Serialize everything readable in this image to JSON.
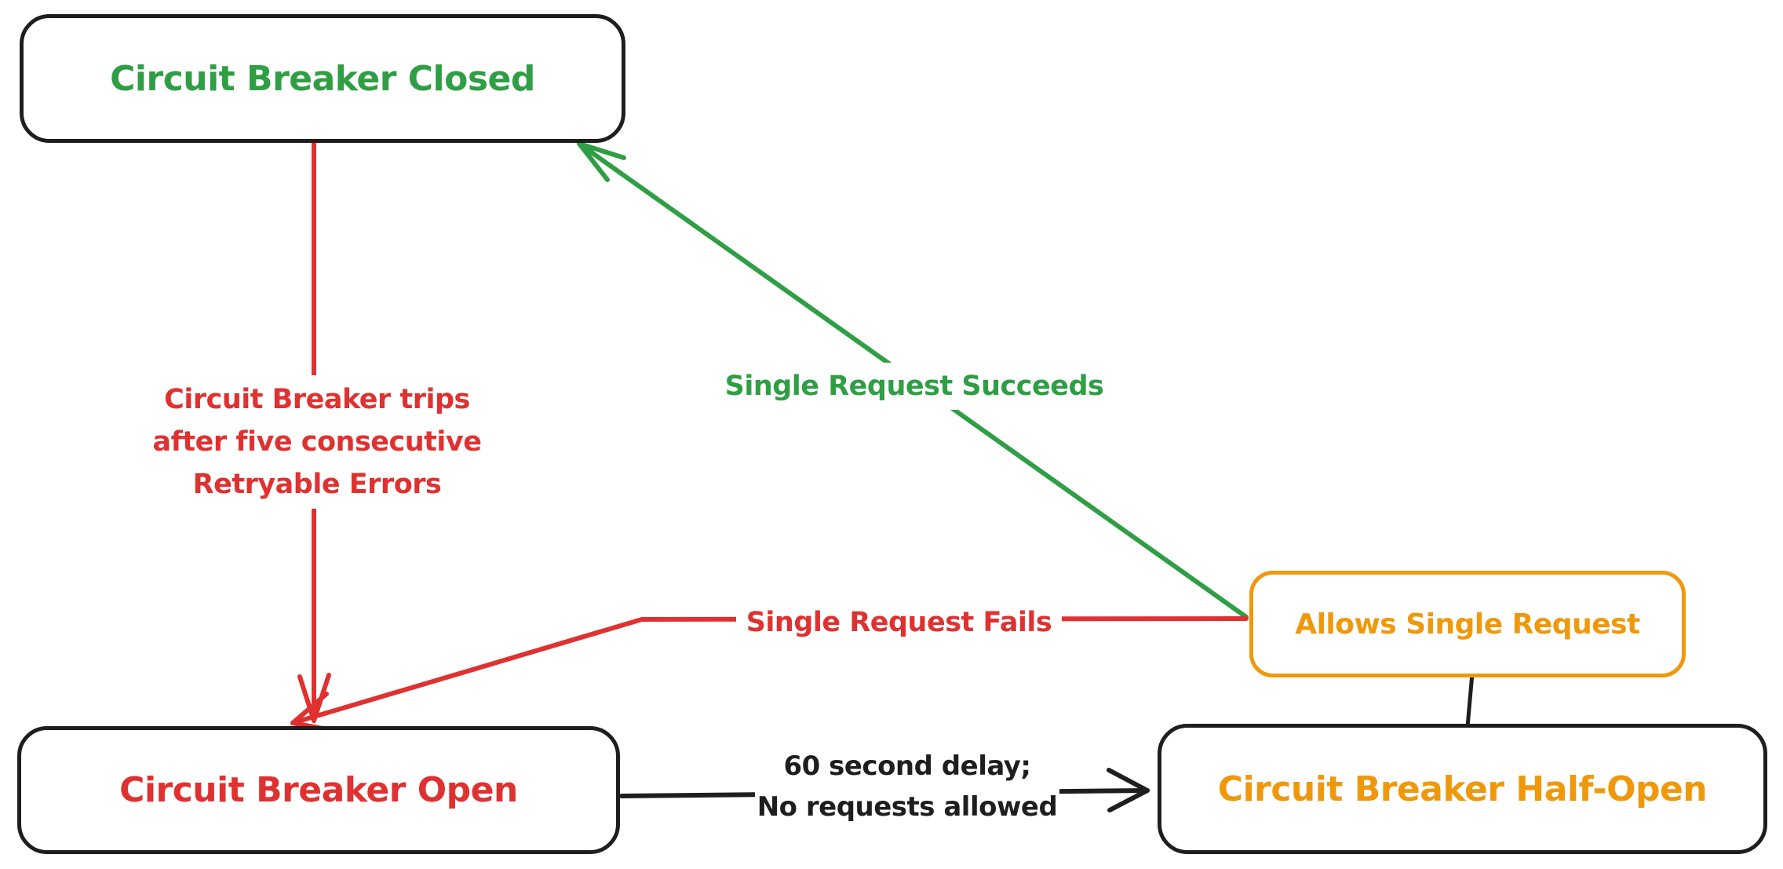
{
  "colors": {
    "ink": "#1e1e1e",
    "red": "#e03131",
    "green": "#2f9e44",
    "orange": "#f0980c",
    "background": "#ffffff"
  },
  "nodes": {
    "closed": {
      "label": "Circuit Breaker Closed"
    },
    "open": {
      "label": "Circuit Breaker Open"
    },
    "half_open": {
      "label": "Circuit Breaker Half-Open"
    },
    "allows": {
      "label": "Allows Single Request"
    }
  },
  "edges": {
    "trip": {
      "from": "closed",
      "to": "open",
      "label_lines": [
        "Circuit Breaker trips",
        "after five consecutive",
        "Retryable Errors"
      ]
    },
    "succeed": {
      "from": "allows",
      "to": "closed",
      "label": "Single Request Succeeds"
    },
    "fail": {
      "from": "allows",
      "to": "open",
      "label": "Single Request Fails"
    },
    "delay": {
      "from": "open",
      "to": "half_open",
      "label_lines": [
        "60 second delay;",
        "No requests allowed"
      ]
    },
    "allows_connector": {
      "from": "half_open",
      "to": "allows"
    }
  }
}
